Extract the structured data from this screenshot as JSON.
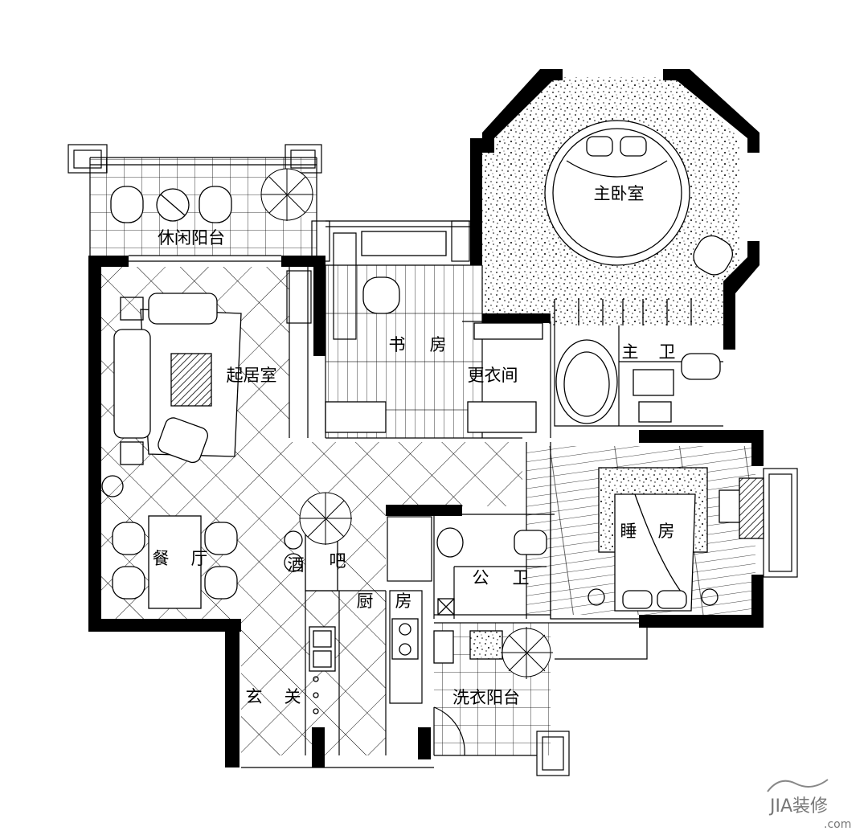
{
  "rooms": {
    "master_bedroom": "主卧室",
    "leisure_balcony": "休闲阳台",
    "study": "书",
    "study_2": "房",
    "living_room": "起居室",
    "walkin_closet": "更衣间",
    "master_bath_1": "主",
    "master_bath_2": "卫",
    "bedroom_1": "睡",
    "bedroom_2": "房",
    "dining_1": "餐",
    "dining_2": "厅",
    "bar_1": "酒",
    "bar_2": "吧",
    "public_bath_1": "公",
    "public_bath_2": "卫",
    "kitchen_1": "厨",
    "kitchen_2": "房",
    "foyer_1": "玄",
    "foyer_2": "关",
    "laundry_balcony": "洗衣阳台"
  },
  "watermark": {
    "logo": "JIA装修",
    "domain": ".com"
  },
  "colors": {
    "wall": "#000000",
    "line": "#000000",
    "background": "#ffffff",
    "watermark": "#777777"
  }
}
